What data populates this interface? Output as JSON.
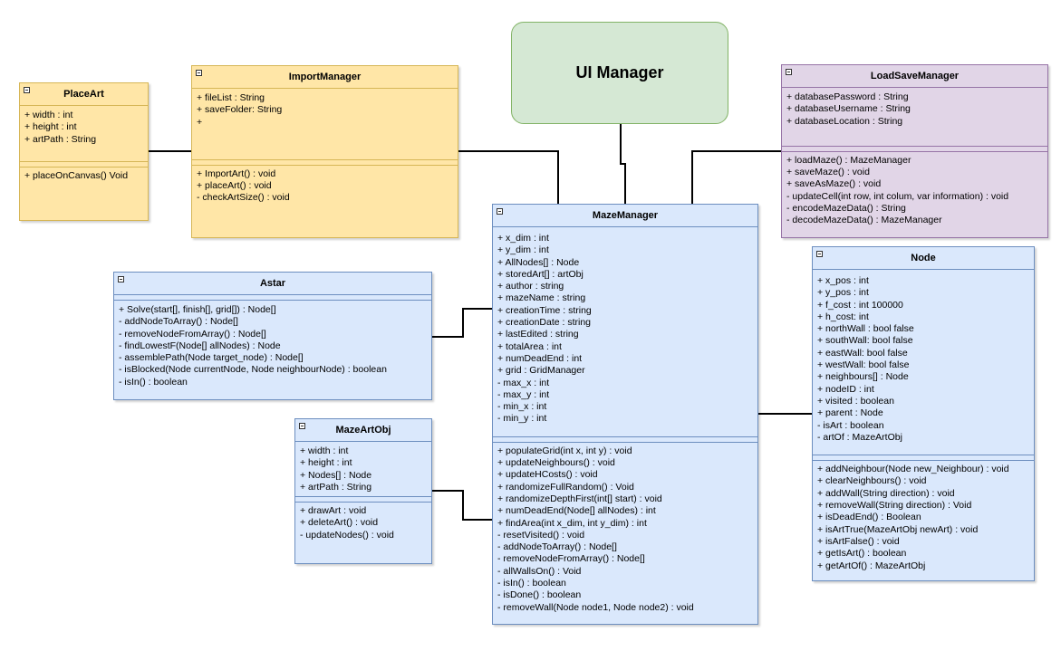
{
  "ui_manager": {
    "title": "UI Manager"
  },
  "classes": {
    "place_art": {
      "name": "PlaceArt",
      "attributes": [
        "+ width : int",
        "+ height : int",
        "+ artPath : String"
      ],
      "methods": [
        "+ placeOnCanvas() Void"
      ]
    },
    "import_manager": {
      "name": "ImportManager",
      "attributes": [
        "+ fileList : String",
        "+ saveFolder: String",
        "+"
      ],
      "methods": [
        "+ ImportArt() : void",
        "+ placeArt() : void",
        "- checkArtSize() : void"
      ]
    },
    "load_save_manager": {
      "name": "LoadSaveManager",
      "attributes": [
        "+ databasePassword : String",
        "+ databaseUsername : String",
        "+ databaseLocation : String"
      ],
      "methods": [
        "+ loadMaze() : MazeManager",
        "+ saveMaze() : void",
        "+ saveAsMaze() : void",
        "- updateCell(int row, int colum, var information) : void",
        "- encodeMazeData() : String",
        "- decodeMazeData() : MazeManager"
      ]
    },
    "maze_manager": {
      "name": "MazeManager",
      "attributes": [
        "+ x_dim : int",
        "+ y_dim : int",
        "+ AllNodes[] : Node",
        "+ storedArt[]  : artObj",
        "+ author : string",
        "+ mazeName : string",
        "+ creationTime : string",
        "+ creationDate : string",
        "+ lastEdited : string",
        "+ totalArea : int",
        "+ numDeadEnd : int",
        "+ grid : GridManager",
        "- max_x : int",
        "- max_y : int",
        "- min_x : int",
        "- min_y : int"
      ],
      "methods": [
        "+ populateGrid(int x, int y) :  void",
        "+ updateNeighbours() : void",
        "+ updateHCosts() : void",
        "+ randomizeFullRandom() : Void",
        "+ randomizeDepthFirst(int[] start) : void",
        "+ numDeadEnd(Node[] allNodes) : int",
        "+ findArea(int x_dim, int y_dim) : int",
        "- resetVisited() : void",
        "- addNodeToArray() : Node[]",
        "- removeNodeFromArray() : Node[]",
        "- allWallsOn() : Void",
        "- isIn() : boolean",
        "- isDone() : boolean",
        "- removeWall(Node node1, Node node2) : void"
      ]
    },
    "astar": {
      "name": "Astar",
      "attributes": [],
      "methods": [
        "+ Solve(start[], finish[], grid[]) : Node[]",
        "- addNodeToArray() : Node[]",
        "- removeNodeFromArray() : Node[]",
        "- findLowestF(Node[] allNodes) : Node",
        "- assemblePath(Node target_node) : Node[]",
        "- isBlocked(Node currentNode, Node neighbourNode) : boolean",
        "- isIn() : boolean"
      ]
    },
    "maze_art_obj": {
      "name": "MazeArtObj",
      "attributes": [
        "+ width : int",
        "+ height : int",
        "+ Nodes[] : Node",
        "+ artPath : String"
      ],
      "methods": [
        "+ drawArt : void",
        "+ deleteArt() : void",
        "- updateNodes() : void"
      ]
    },
    "node": {
      "name": "Node",
      "attributes": [
        "+ x_pos : int",
        "+ y_pos : int",
        "+ f_cost : int 100000",
        "+ h_cost: int",
        "+ northWall : bool false",
        "+ southWall: bool false",
        "+ eastWall: bool false",
        "+ westWall: bool false",
        "+ neighbours[] : Node",
        "+ nodeID : int",
        "+ visited : boolean",
        "+ parent : Node",
        "- isArt : boolean",
        "- artOf : MazeArtObj"
      ],
      "methods": [
        "+ addNeighbour(Node new_Neighbour) : void",
        "+ clearNeighbours() : void",
        "+ addWall(String direction) : void",
        "+ removeWall(String direction) : Void",
        "+ isDeadEnd() : Boolean",
        "+ isArtTrue(MazeArtObj newArt) : void",
        "+ isArtFalse() : void",
        "+ getIsArt() : boolean",
        "+ getArtOf() : MazeArtObj"
      ]
    }
  }
}
